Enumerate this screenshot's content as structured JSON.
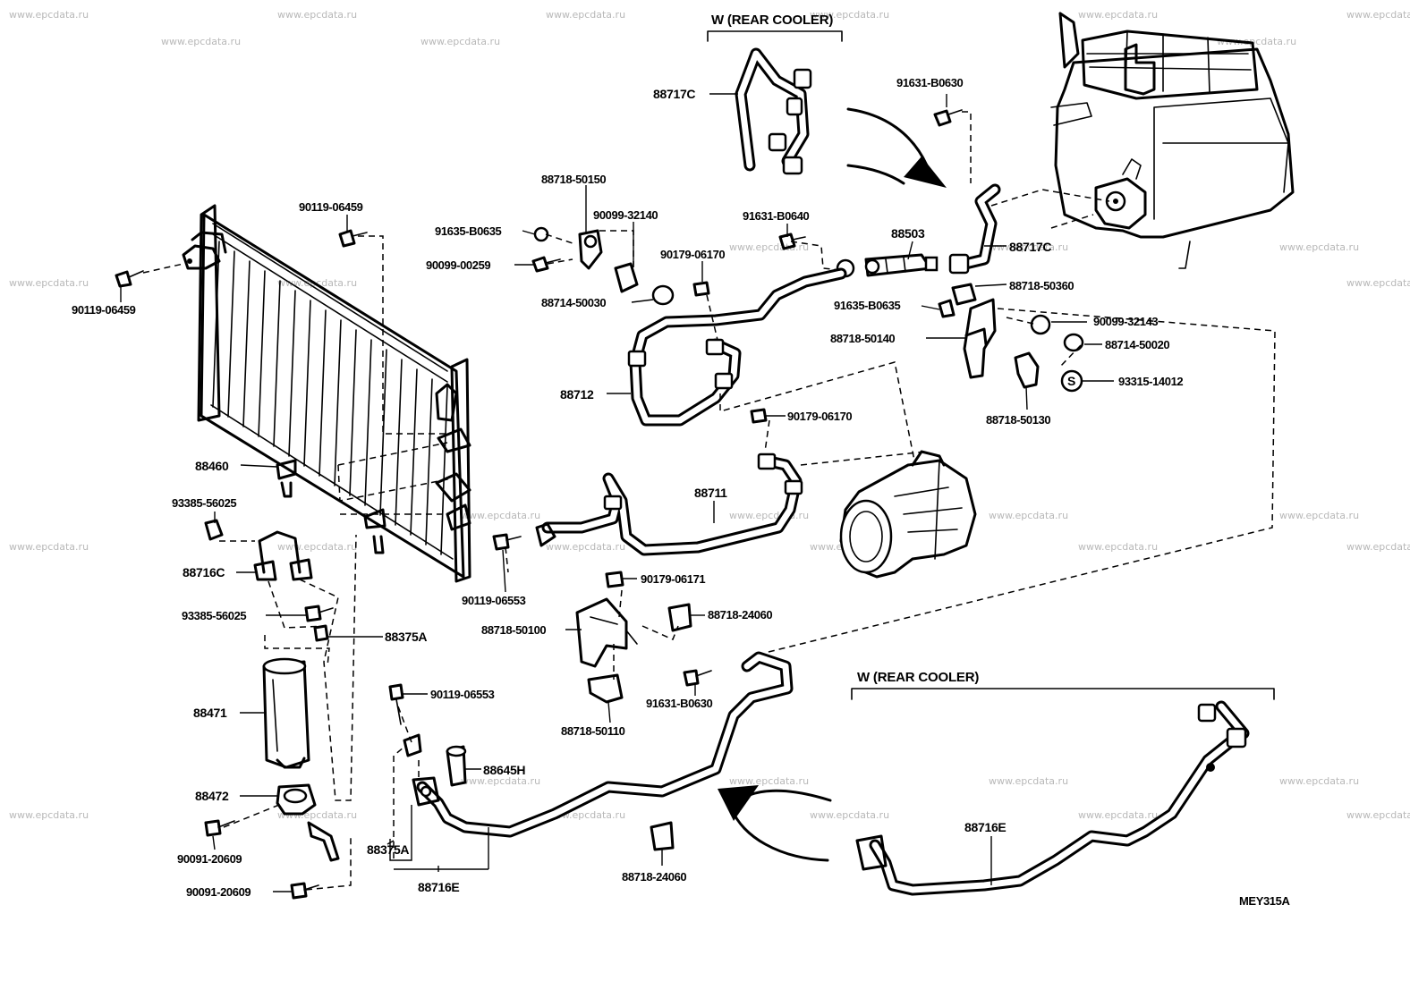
{
  "watermark": "www.epcdata.ru",
  "headings": {
    "rear_cooler_top": "W (REAR COOLER)",
    "rear_cooler_bottom": "W (REAR COOLER)"
  },
  "diagram_code": "MEY315A",
  "part_numbers": {
    "p_88717C_top": "88717C",
    "p_91631_B0630_top": "91631-B0630",
    "p_88718_50150": "88718-50150",
    "p_90099_32140": "90099-32140",
    "p_91631_B0640": "91631-B0640",
    "p_88503": "88503",
    "p_88717C_right": "88717C",
    "p_90119_06459_top": "90119-06459",
    "p_91635_B0635_left": "91635-B0635",
    "p_90099_00259": "90099-00259",
    "p_90179_06170_top": "90179-06170",
    "p_88718_50360": "88718-50360",
    "p_91635_B0635_right": "91635-B0635",
    "p_90119_06459_left": "90119-06459",
    "p_88714_50030": "88714-50030",
    "p_90099_32143": "90099-32143",
    "p_88718_50140": "88718-50140",
    "p_88714_50020": "88714-50020",
    "p_93315_14012": "93315-14012",
    "p_88712": "88712",
    "p_88718_50130": "88718-50130",
    "p_90179_06170_mid": "90179-06170",
    "p_88460": "88460",
    "p_88711": "88711",
    "p_93385_56025_top": "93385-56025",
    "p_88716C": "88716C",
    "p_90119_06553_mid": "90119-06553",
    "p_90179_06171": "90179-06171",
    "p_93385_56025_bottom": "93385-56025",
    "p_88718_24060_right": "88718-24060",
    "p_88375A_top": "88375A",
    "p_88718_50100": "88718-50100",
    "p_88471": "88471",
    "p_90119_06553_low": "90119-06553",
    "p_91631_B0630_low": "91631-B0630",
    "p_88718_50110": "88718-50110",
    "p_88645H": "88645H",
    "p_88472": "88472",
    "p_88716E_right": "88716E",
    "p_90091_20609_a": "90091-20609",
    "p_88375A_bottom": "88375A",
    "p_90091_20609_b": "90091-20609",
    "p_88716E_bottom": "88716E",
    "p_88718_24060_bottom": "88718-24060",
    "s_mark": "S"
  }
}
